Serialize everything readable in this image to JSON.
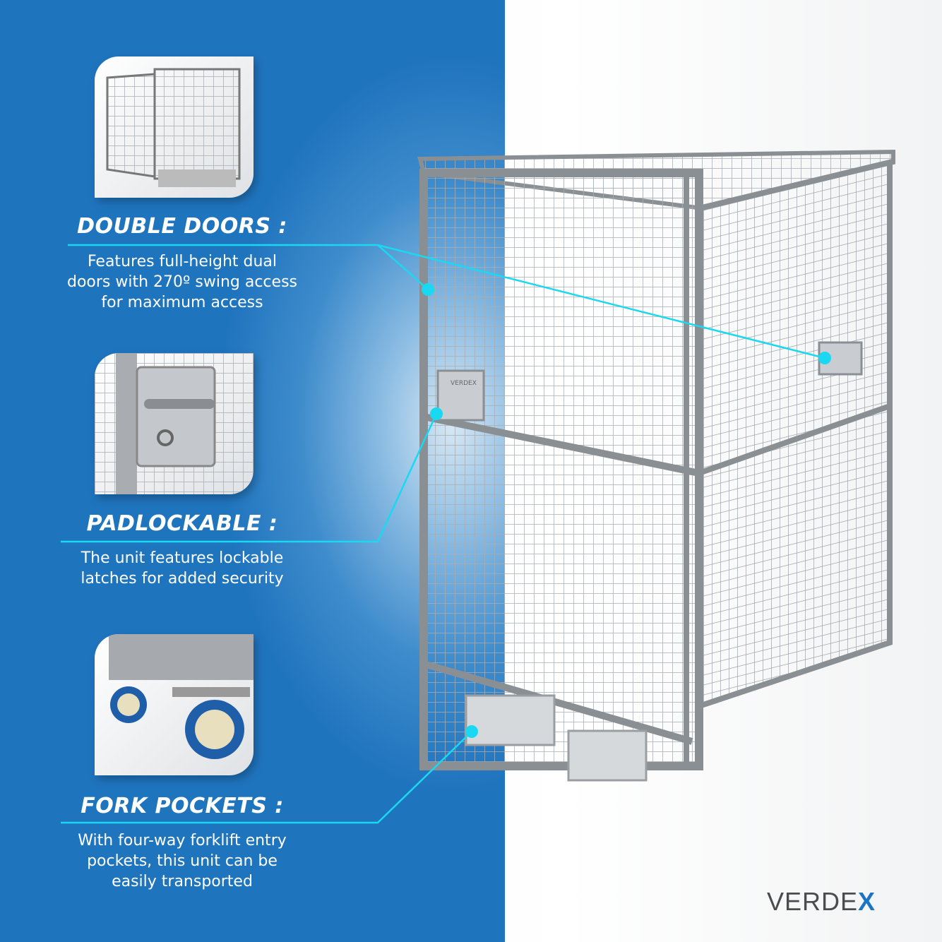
{
  "features": [
    {
      "title": "DOUBLE DOORS :",
      "lines": [
        "Features full-height dual",
        "doors with 270º swing access",
        "for maximum access"
      ],
      "thumbnail": "open-cage"
    },
    {
      "title": "PADLOCKABLE :",
      "lines": [
        "The unit features lockable",
        "latches for added security"
      ],
      "thumbnail": "padlock-latch"
    },
    {
      "title": "FORK POCKETS :",
      "lines": [
        "With four-way forklift entry",
        "pockets, this unit can be",
        "easily transported"
      ],
      "thumbnail": "castor-wheels"
    }
  ],
  "brand": {
    "name": "VERDE",
    "name_accent": "X",
    "plate_text": "VERDEX"
  },
  "colors": {
    "panel": "#1f74be",
    "callout": "#1ad8f2",
    "logo": "#4a4d50",
    "logo_accent": "#1c75c4"
  }
}
